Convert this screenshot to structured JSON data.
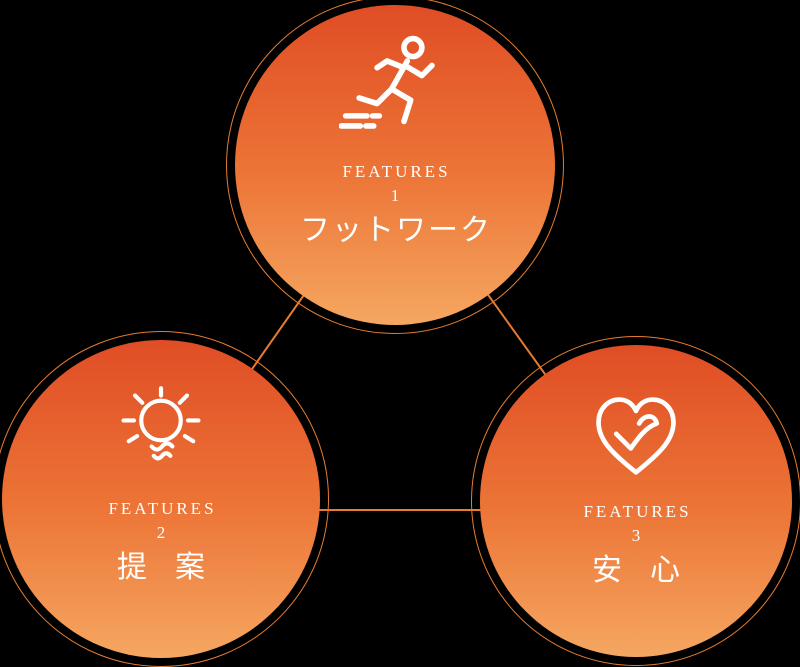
{
  "diagram": {
    "background_color": "#000000",
    "circle_gradient_top": "#e04d25",
    "circle_gradient_bottom": "#f5a761",
    "outline_color": "#e87c2e",
    "text_color": "#ffffff",
    "features": [
      {
        "label": "FEATURES",
        "number": "1",
        "title": "フットワーク",
        "icon": "running-person-icon"
      },
      {
        "label": "FEATURES",
        "number": "2",
        "title": "提案",
        "icon": "lightbulb-icon"
      },
      {
        "label": "FEATURES",
        "number": "3",
        "title": "安心",
        "icon": "heart-check-icon"
      }
    ]
  }
}
